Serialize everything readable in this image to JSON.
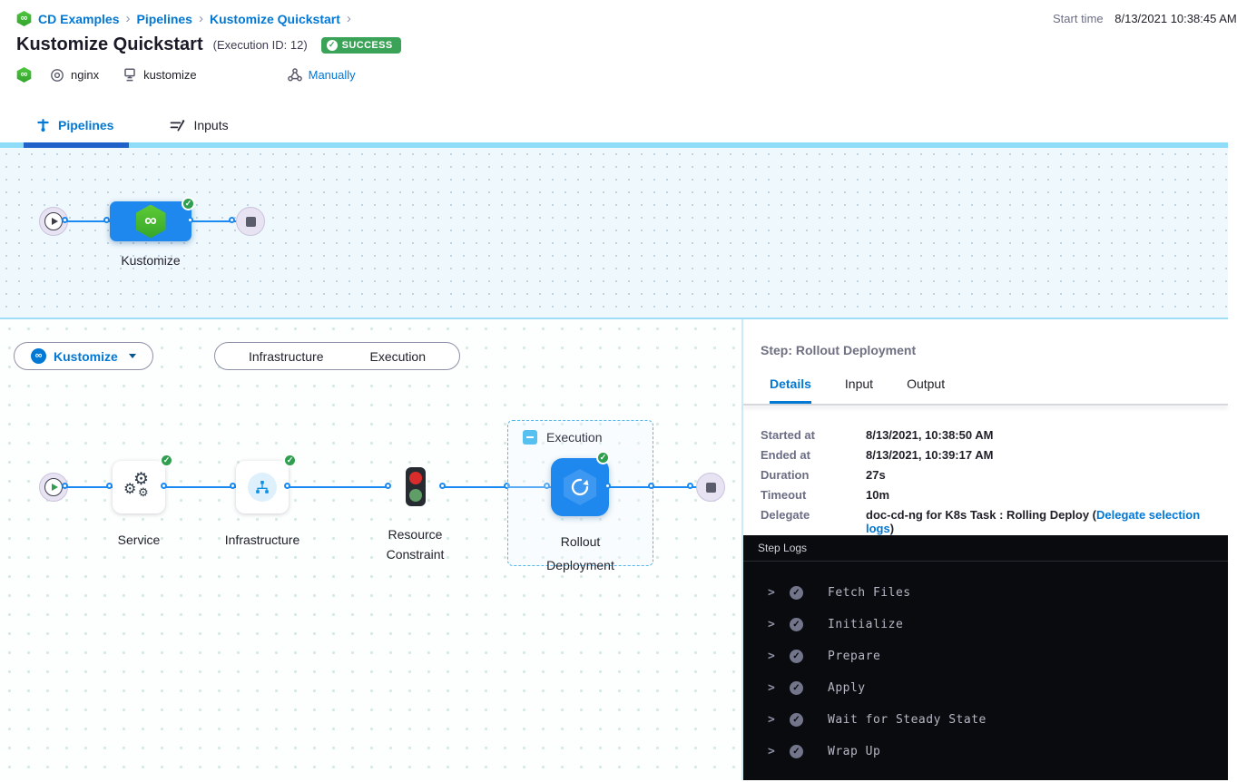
{
  "colors": {
    "accent_blue": "#0278d5",
    "node_blue": "#1e88ef",
    "connector_blue": "#1a8af2",
    "success_green": "#2f9e4f",
    "log_bg": "#0a0b0e"
  },
  "icons": {
    "infinity": "∞",
    "check": "✓",
    "chevron": "›",
    "gear": "⚙",
    "log_chevron": ">"
  },
  "header": {
    "breadcrumb": [
      "CD Examples",
      "Pipelines",
      "Kustomize Quickstart"
    ],
    "title": "Kustomize Quickstart",
    "execution_id": "(Execution ID: 12)",
    "status": "SUCCESS",
    "start_time_label": "Start time",
    "start_time_value": "8/13/2021 10:38:45 AM",
    "service_name": "nginx",
    "environment_name": "kustomize",
    "trigger_label": "Manually"
  },
  "tabs": {
    "pipelines": "Pipelines",
    "inputs": "Inputs"
  },
  "pipeline_graph": {
    "stage_label": "Kustomize"
  },
  "stage_toolbar": {
    "selected_stage": "Kustomize",
    "toggle_infrastructure": "Infrastructure",
    "toggle_execution": "Execution"
  },
  "execution_graph": {
    "group_label": "Execution",
    "nodes": [
      "Service",
      "Infrastructure",
      "Resource Constraint",
      "Rollout Deployment"
    ]
  },
  "step_panel": {
    "title": "Step: Rollout Deployment",
    "tabs": [
      "Details",
      "Input",
      "Output"
    ],
    "details": [
      {
        "label": "Started at",
        "value": "8/13/2021, 10:38:50 AM"
      },
      {
        "label": "Ended at",
        "value": "8/13/2021, 10:39:17 AM"
      },
      {
        "label": "Duration",
        "value": "27s"
      },
      {
        "label": "Timeout",
        "value": "10m"
      },
      {
        "label": "Delegate",
        "value": "doc-cd-ng for K8s Task : Rolling Deploy (",
        "link": "Delegate selection logs",
        "suffix": ")"
      }
    ],
    "logs": {
      "title": "Step Logs",
      "sections": [
        "Fetch Files",
        "Initialize",
        "Prepare",
        "Apply",
        "Wait for Steady State",
        "Wrap Up"
      ]
    }
  }
}
